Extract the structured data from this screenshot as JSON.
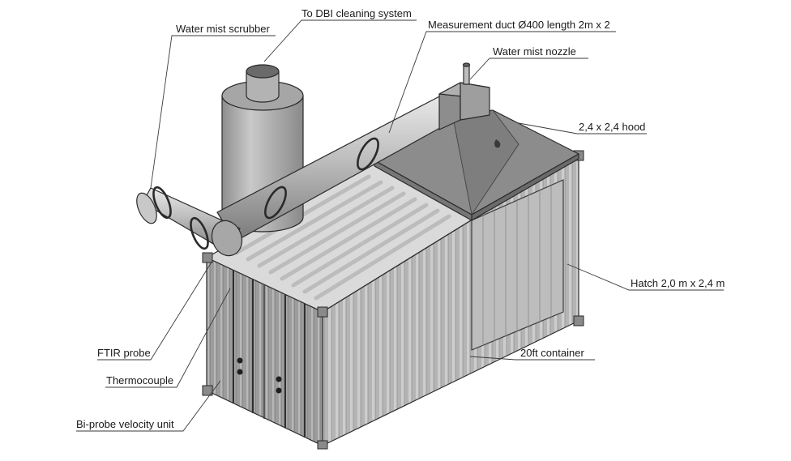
{
  "labels": {
    "dbi": "To DBI cleaning system",
    "duct": "Measurement duct Ø400 length 2m x 2",
    "scrubber": "Water mist scrubber",
    "nozzle": "Water mist nozzle",
    "hood": "2,4 x 2,4 hood",
    "hatch": "Hatch 2,0 m x 2,4 m",
    "container": "20ft container",
    "ftir": "FTIR probe",
    "thermo": "Thermocouple",
    "biprobe": "Bi-probe velocity unit"
  }
}
